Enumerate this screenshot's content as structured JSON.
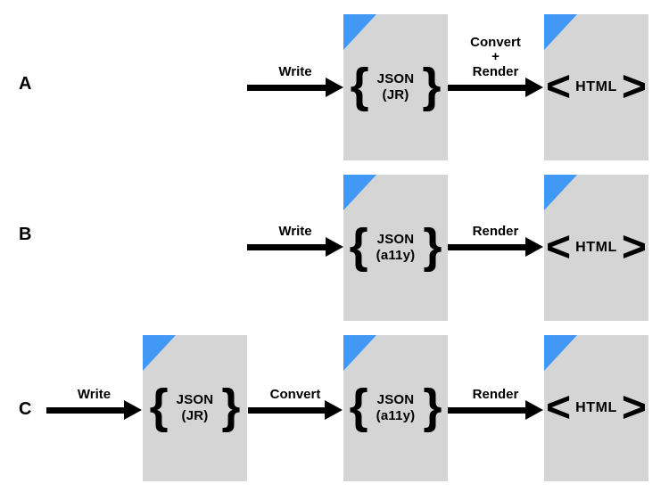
{
  "colors": {
    "corner_blue": "#4299f5",
    "doc_gray": "#d5d5d5",
    "ink": "#000000",
    "background": "#ffffff"
  },
  "rows": [
    {
      "label": "A",
      "arrow1": "Write",
      "doc1": {
        "brace_open": "{",
        "name": "JSON",
        "variant": "(JR)",
        "brace_close": "}"
      },
      "arrow2": "Convert\n+\nRender",
      "doc2": {
        "angle_open": "<",
        "name": "HTML",
        "angle_close": ">"
      }
    },
    {
      "label": "B",
      "arrow1": "Write",
      "doc1": {
        "brace_open": "{",
        "name": "JSON",
        "variant": "(a11y)",
        "brace_close": "}"
      },
      "arrow2": "Render",
      "doc2": {
        "angle_open": "<",
        "name": "HTML",
        "angle_close": ">"
      }
    },
    {
      "label": "C",
      "arrow0": "Write",
      "doc0": {
        "brace_open": "{",
        "name": "JSON",
        "variant": "(JR)",
        "brace_close": "}"
      },
      "arrow1": "Convert",
      "doc1": {
        "brace_open": "{",
        "name": "JSON",
        "variant": "(a11y)",
        "brace_close": "}"
      },
      "arrow2": "Render",
      "doc2": {
        "angle_open": "<",
        "name": "HTML",
        "angle_close": ">"
      }
    }
  ]
}
